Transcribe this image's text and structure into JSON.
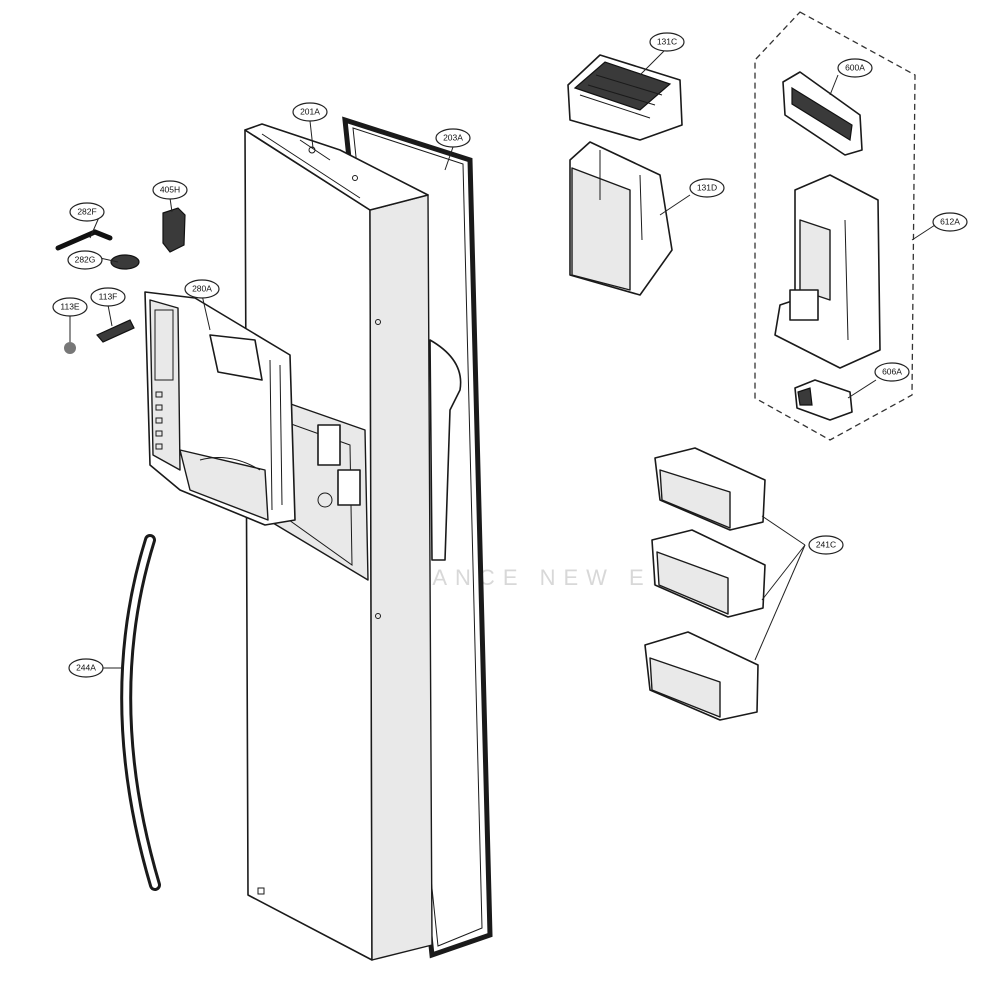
{
  "diagram": {
    "parts": [
      {
        "id": "201A"
      },
      {
        "id": "203A"
      },
      {
        "id": "131C"
      },
      {
        "id": "131D"
      },
      {
        "id": "600A"
      },
      {
        "id": "612A"
      },
      {
        "id": "606A"
      },
      {
        "id": "405H"
      },
      {
        "id": "282F"
      },
      {
        "id": "282G"
      },
      {
        "id": "113E"
      },
      {
        "id": "113F"
      },
      {
        "id": "280A"
      },
      {
        "id": "241C"
      },
      {
        "id": "244A"
      }
    ],
    "watermark": "APPLIANCE NEW ENTURE"
  }
}
